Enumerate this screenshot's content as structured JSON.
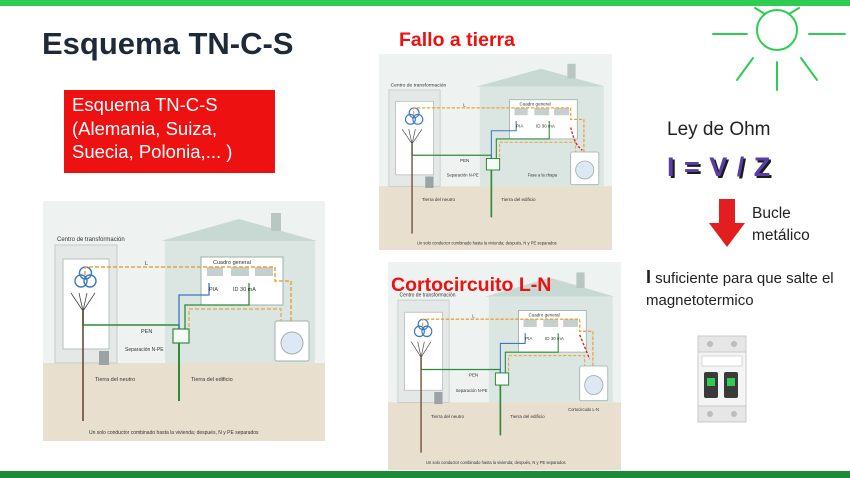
{
  "title": "Esquema TN-C-S",
  "red_box": {
    "text": "Esquema TN-C-S\n(Alemania, Suiza,\nSuecia, Polonia,... )"
  },
  "headings": {
    "fault_earth": "Fallo a tierra",
    "short_circuit": "Cortocircuito L-N"
  },
  "diagram_labels": {
    "centro": "Centro de transformación",
    "cuadro": "Cuadro general",
    "line": "L",
    "pia": "PIA",
    "id30": "ID 30 mA",
    "pen": "PEN",
    "separacion": "Separación N-PE",
    "tierra_neutro": "Tierra del neutro",
    "tierra_edificio": "Tierra del edificio",
    "fase_chapa": "Fase a la chapa",
    "cortocircuito": "Cortocircuito L-N",
    "caption": "Un solo conductor combinado hasta la vivienda; después, N y PE separados"
  },
  "ohm": {
    "label": "Ley de Ohm",
    "formula": "I = V / Z"
  },
  "bucle": {
    "text": "Bucle\nmetálico"
  },
  "sufficient": {
    "symbol": "I",
    "text": " suficiente para que salte el magnetotermico"
  },
  "colors": {
    "accent_green": "#2ecc52",
    "red": "#ee1111",
    "arrow_red": "#e31e1e",
    "formula_purple": "#5a3ea8",
    "wire_orange": "#e8a33c",
    "wire_green": "#2f8a3a",
    "wire_blue": "#3a78c2"
  },
  "icons": {
    "sun": "sun-rays-icon",
    "arrow": "arrow-down-icon",
    "breaker": "circuit-breaker-icon",
    "transformer": "transformer-icon",
    "washing_machine": "washing-machine-icon"
  }
}
